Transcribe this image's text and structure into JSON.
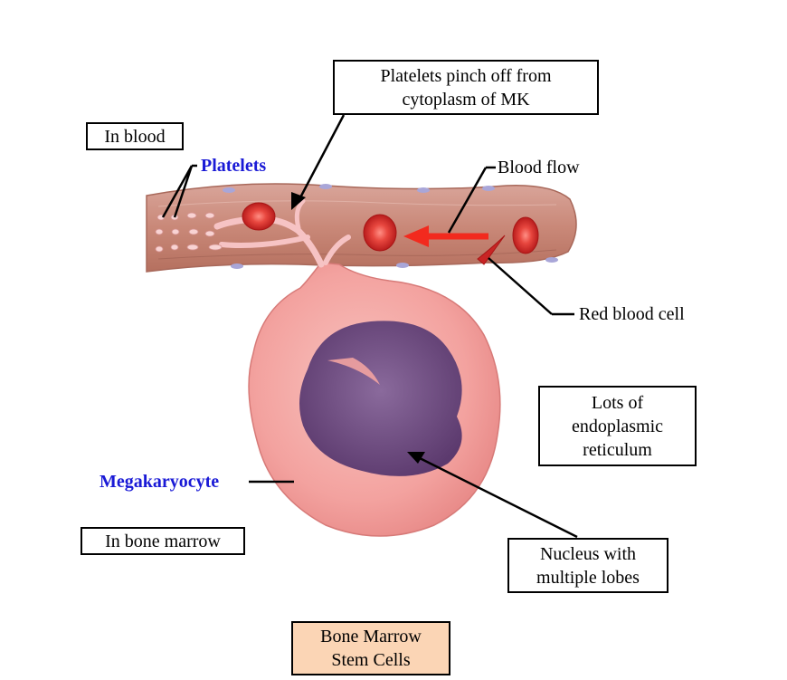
{
  "labels": {
    "platelets_pinch": [
      "Platelets pinch off from",
      "cytoplasm of MK"
    ],
    "in_blood": "In blood",
    "platelets": "Platelets",
    "blood_flow": "Blood flow",
    "red_blood_cell": "Red blood cell",
    "er": [
      "Lots of",
      "endoplasmic",
      "reticulum"
    ],
    "megakaryocyte": "Megakaryocyte",
    "in_bone_marrow": "In bone marrow",
    "nucleus": [
      "Nucleus with",
      "multiple lobes"
    ],
    "stem_cells": [
      "Bone Marrow",
      "Stem Cells"
    ]
  },
  "colors": {
    "vessel": "#c98a7e",
    "cell": "#f2a3a1",
    "nucleus": "#6e4a80",
    "rbc": "#d42a2a",
    "arrow_red": "#f22a1e",
    "label_blue": "#1a1ad6",
    "stem_box": "#fbd5b5"
  }
}
